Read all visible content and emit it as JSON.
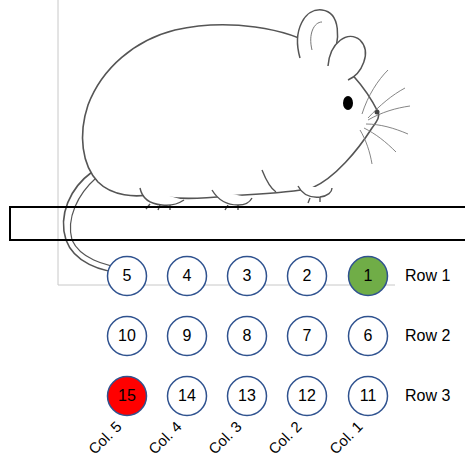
{
  "diagram": {
    "nodes": [
      {
        "text": [
          "5"
        ]
      },
      {
        "text": [
          "4"
        ]
      },
      {
        "text": [
          "3"
        ]
      },
      {
        "text": [
          "2"
        ]
      },
      {
        "text": [
          "1"
        ]
      },
      {
        "text": [
          "10"
        ]
      },
      {
        "text": [
          "9"
        ]
      },
      {
        "text": [
          "8"
        ]
      },
      {
        "text": [
          "7"
        ]
      },
      {
        "text": [
          "6"
        ]
      },
      {
        "text": [
          "15"
        ]
      },
      {
        "text": [
          "14"
        ]
      },
      {
        "text": [
          "13"
        ]
      },
      {
        "text": [
          "12"
        ]
      },
      {
        "text": [
          "11"
        ]
      }
    ],
    "labels": [
      "Row 1",
      "Row 2",
      "Row 3",
      "Col. 5",
      "Col. 4",
      "Col. 3",
      "Col. 2",
      "Col. 1"
    ]
  }
}
